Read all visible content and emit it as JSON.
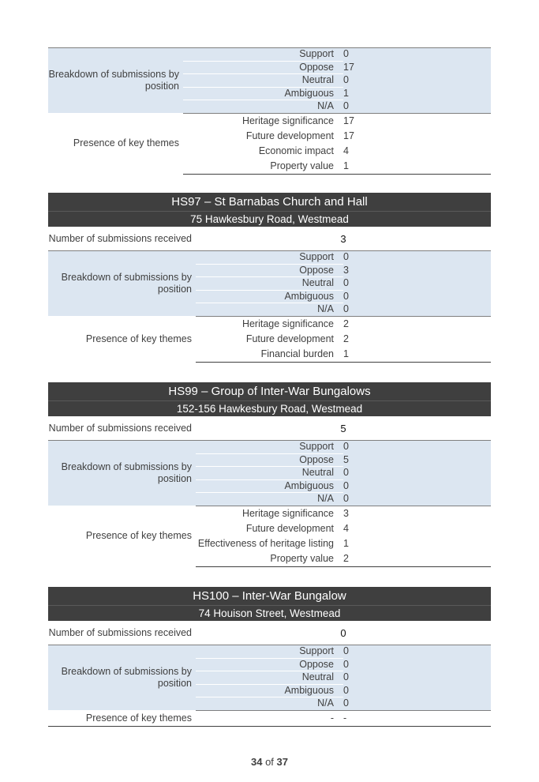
{
  "positions_label": "Breakdown of submissions by position",
  "themes_label": "Presence of key themes",
  "count_label": "Number of submissions received",
  "position_names": [
    "Support",
    "Oppose",
    "Neutral",
    "Ambiguous",
    "N/A"
  ],
  "partial_section": {
    "positions": [
      "0",
      "17",
      "0",
      "1",
      "0"
    ],
    "themes": [
      {
        "name": "Heritage significance",
        "value": "17"
      },
      {
        "name": "Future development",
        "value": "17"
      },
      {
        "name": "Economic impact",
        "value": "4"
      },
      {
        "name": "Property value",
        "value": "1"
      }
    ]
  },
  "sections": [
    {
      "title": "HS97 – St Barnabas Church and Hall",
      "address": "75 Hawkesbury Road, Westmead",
      "count": "3",
      "positions": [
        "0",
        "3",
        "0",
        "0",
        "0"
      ],
      "themes": [
        {
          "name": "Heritage significance",
          "value": "2"
        },
        {
          "name": "Future development",
          "value": "2"
        },
        {
          "name": "Financial burden",
          "value": "1"
        }
      ]
    },
    {
      "title": "HS99 – Group of Inter-War Bungalows",
      "address": "152-156 Hawkesbury Road, Westmead",
      "count": "5",
      "positions": [
        "0",
        "5",
        "0",
        "0",
        "0"
      ],
      "themes": [
        {
          "name": "Heritage significance",
          "value": "3"
        },
        {
          "name": "Future development",
          "value": "4"
        },
        {
          "name": "Effectiveness of heritage listing",
          "value": "1"
        },
        {
          "name": "Property value",
          "value": "2"
        }
      ]
    },
    {
      "title": "HS100 – Inter-War Bungalow",
      "address": "74 Houison Street, Westmead",
      "count": "0",
      "positions": [
        "0",
        "0",
        "0",
        "0",
        "0"
      ],
      "themes": [
        {
          "name": "-",
          "value": "-"
        }
      ]
    }
  ],
  "footer": {
    "page": "34",
    "of_text": "of",
    "total": "37"
  }
}
